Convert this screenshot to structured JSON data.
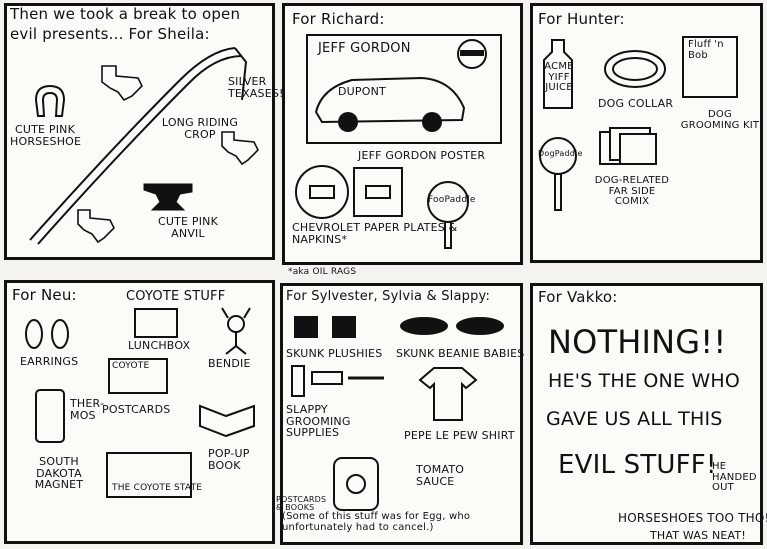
{
  "panels": {
    "p1": {
      "intro": "Then we took a break to open",
      "line2": "evil presents... For Sheila:",
      "items": {
        "horseshoe": "CUTE PINK HORSESHOE",
        "crop": "LONG RIDING CROP",
        "texases": "SILVER TEXASES!",
        "anvil": "CUTE PINK ANVIL"
      }
    },
    "p2": {
      "heading": "For Richard:",
      "poster_text": "JEFF GORDON",
      "car_text": "DUPONT",
      "items": {
        "poster": "JEFF GORDON POSTER",
        "plates": "CHEVROLET PAPER PLATES & NAPKINS*",
        "footnote": "*aka OIL RAGS",
        "paddle": "FooPaddle"
      }
    },
    "p3": {
      "heading": "For Hunter:",
      "items": {
        "juice": "ACME YIFF JUICE",
        "collar": "DOG COLLAR",
        "kit_label": "Fluff 'n Bob",
        "kit": "DOG GROOMING KIT",
        "paddle": "DogPaddle",
        "comics": "DOG-RELATED FAR SIDE COMIX"
      }
    },
    "p4": {
      "heading": "For Neu:",
      "items": {
        "coyote": "COYOTE STUFF",
        "earrings": "EARRINGS",
        "lunchbox": "LUNCHBOX",
        "bendie": "BENDIE",
        "thermos": "THER-MOS",
        "postcards": "POSTCARDS",
        "postcard_label": "COYOTE",
        "magnet": "SOUTH DAKOTA MAGNET",
        "state": "THE COYOTE STATE",
        "popup": "POP-UP BOOK"
      }
    },
    "p5": {
      "heading": "For Sylvester, Sylvia & Slappy:",
      "items": {
        "plushies": "SKUNK PLUSHIES",
        "beanie": "SKUNK BEANIE BABIES",
        "grooming": "SLAPPY GROOMING SUPPLIES",
        "shirt": "PEPE LE PEW SHIRT",
        "postcards": "POSTCARDS & BOOKS",
        "sauce": "TOMATO SAUCE",
        "note": "(Some of this stuff was for Egg, who unfortunately had to cancel.)"
      }
    },
    "p6": {
      "heading": "For Vakko:",
      "nothing": "NOTHING!!",
      "line1": "HE'S THE ONE WHO",
      "line2": "GAVE US ALL THIS",
      "line3": "EVIL STUFF!",
      "aside": "HE HANDED OUT",
      "aside2": "HORSESHOES TOO THO!",
      "aside3": "THAT WAS NEAT!"
    }
  }
}
